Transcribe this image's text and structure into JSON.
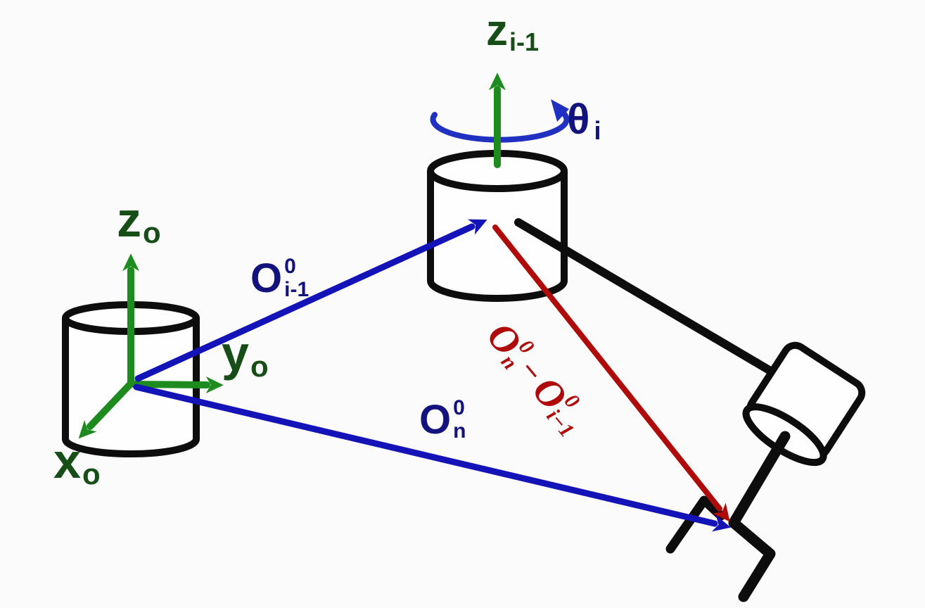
{
  "colors": {
    "background": "#fbfbfb",
    "line_black": "#0d0d0d",
    "axis_green": "#1e8b1e",
    "label_green": "#174e17",
    "vector_blue": "#1313b8",
    "arc_blue": "#2030c0",
    "label_navy": "#13137e",
    "vector_red": "#b00b0b"
  },
  "diagram": {
    "base_frame": {
      "z_label": {
        "base": "z",
        "sub": "o"
      },
      "y_label": {
        "base": "y",
        "sub": "o"
      },
      "x_label": {
        "base": "x",
        "sub": "o"
      }
    },
    "joint": {
      "axis_label": {
        "base": "z",
        "sub": "i-1"
      },
      "angle_label": {
        "base": "θ",
        "sub": "i"
      }
    },
    "vectors": {
      "o_prev": {
        "base": "O",
        "sup": "0",
        "sub": "i-1"
      },
      "o_n": {
        "base": "O",
        "sup": "0",
        "sub": "n"
      },
      "o_diff_term1": {
        "base": "O",
        "sup": "0",
        "sub": "n"
      },
      "o_diff_minus": "−",
      "o_diff_term2": {
        "base": "O",
        "sup": "0",
        "sub": "i−1"
      }
    }
  }
}
